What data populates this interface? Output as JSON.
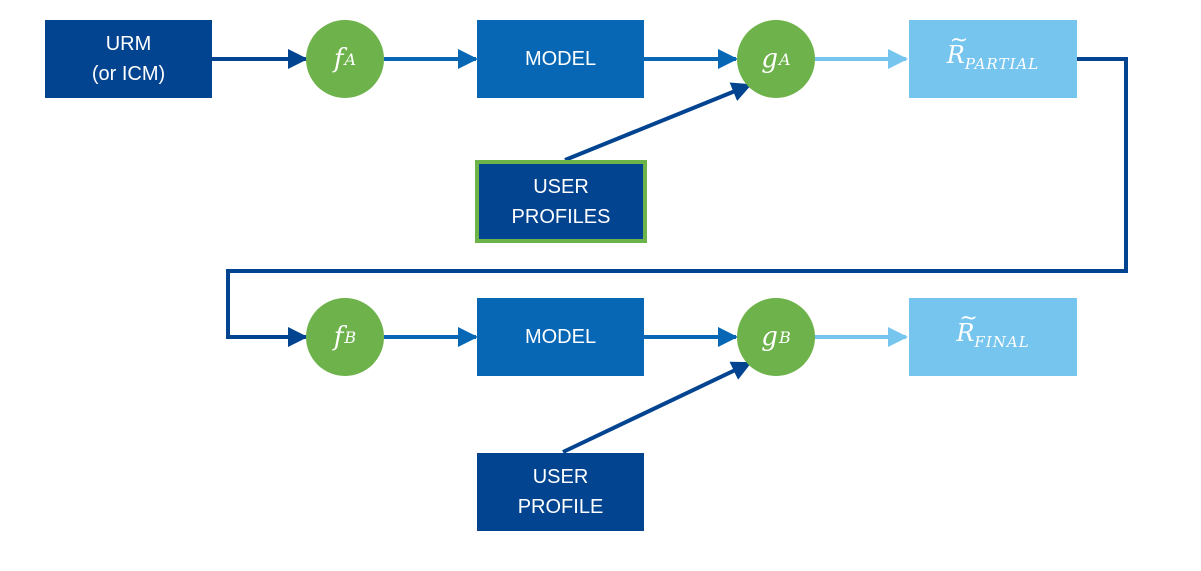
{
  "colors": {
    "dark_box": "#034491",
    "model_box": "#0767b5",
    "result_box": "#76c5ef",
    "node": "#6db24b",
    "highlight_border": "#6cb34a"
  },
  "row_a": {
    "input": "URM\n(or ICM)",
    "f_node": {
      "symbol": "f",
      "subscript": "A"
    },
    "model": "MODEL",
    "g_node": {
      "symbol": "g",
      "subscript": "A"
    },
    "output": {
      "tilde": "~",
      "symbol": "R",
      "subscript": "PARTIAL"
    },
    "profile": "USER\nPROFILES"
  },
  "row_b": {
    "f_node": {
      "symbol": "f",
      "subscript": "B"
    },
    "model": "MODEL",
    "g_node": {
      "symbol": "g",
      "subscript": "B"
    },
    "output": {
      "tilde": "~",
      "symbol": "R",
      "subscript": "FINAL"
    },
    "profile": "USER\nPROFILE"
  }
}
